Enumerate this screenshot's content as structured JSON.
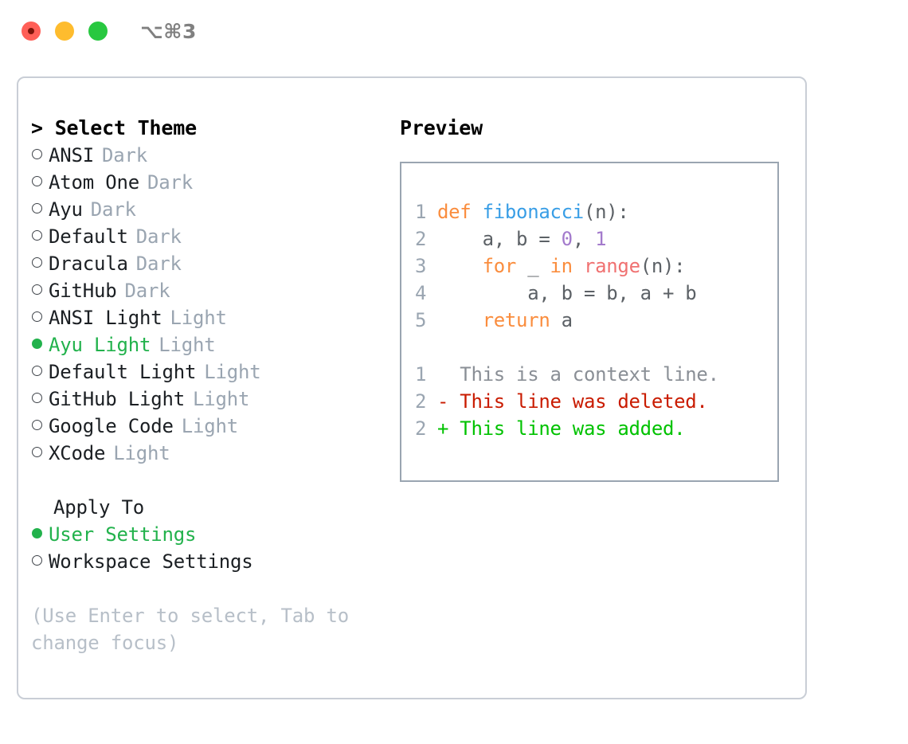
{
  "window": {
    "traffic_lights": [
      "close-red",
      "minimize-amber",
      "maximize-green"
    ],
    "shortcut_label": "⌥⌘3"
  },
  "theme_picker": {
    "title": "> Select Theme",
    "items": [
      {
        "name": "ANSI",
        "variant": "Dark",
        "selected": false
      },
      {
        "name": "Atom One",
        "variant": "Dark",
        "selected": false
      },
      {
        "name": "Ayu",
        "variant": "Dark",
        "selected": false
      },
      {
        "name": "Default",
        "variant": "Dark",
        "selected": false
      },
      {
        "name": "Dracula",
        "variant": "Dark",
        "selected": false
      },
      {
        "name": "GitHub",
        "variant": "Dark",
        "selected": false
      },
      {
        "name": "ANSI Light",
        "variant": "Light",
        "selected": false
      },
      {
        "name": "Ayu Light",
        "variant": "Light",
        "selected": true
      },
      {
        "name": "Default Light",
        "variant": "Light",
        "selected": false
      },
      {
        "name": "GitHub Light",
        "variant": "Light",
        "selected": false
      },
      {
        "name": "Google Code",
        "variant": "Light",
        "selected": false
      },
      {
        "name": "XCode",
        "variant": "Light",
        "selected": false
      }
    ]
  },
  "apply_to": {
    "title": "Apply To",
    "options": [
      {
        "label": "User Settings",
        "selected": true
      },
      {
        "label": "Workspace Settings",
        "selected": false
      }
    ]
  },
  "hint": "(Use Enter to select, Tab to change focus)",
  "preview": {
    "title": "Preview",
    "code_lines": [
      {
        "number": "1",
        "tokens": [
          {
            "text": "def ",
            "type": "keyword"
          },
          {
            "text": "fibonacci",
            "type": "function"
          },
          {
            "text": "(n):",
            "type": "punctuation"
          }
        ]
      },
      {
        "number": "2",
        "tokens": [
          {
            "text": "    a, b = ",
            "type": "plain"
          },
          {
            "text": "0",
            "type": "number"
          },
          {
            "text": ", ",
            "type": "plain"
          },
          {
            "text": "1",
            "type": "number"
          }
        ]
      },
      {
        "number": "3",
        "tokens": [
          {
            "text": "    ",
            "type": "plain"
          },
          {
            "text": "for",
            "type": "keyword"
          },
          {
            "text": " _ ",
            "type": "plain"
          },
          {
            "text": "in",
            "type": "keyword"
          },
          {
            "text": " ",
            "type": "plain"
          },
          {
            "text": "range",
            "type": "builtin"
          },
          {
            "text": "(n):",
            "type": "punctuation"
          }
        ]
      },
      {
        "number": "4",
        "tokens": [
          {
            "text": "        a, b = b, a + b",
            "type": "plain"
          }
        ]
      },
      {
        "number": "5",
        "tokens": [
          {
            "text": "    ",
            "type": "plain"
          },
          {
            "text": "return",
            "type": "keyword"
          },
          {
            "text": " a",
            "type": "plain"
          }
        ]
      }
    ],
    "diff_lines": [
      {
        "number": "1",
        "marker": " ",
        "text": "  This is a context line.",
        "type": "context"
      },
      {
        "number": "2",
        "marker": "-",
        "text": "- This line was deleted.",
        "type": "deleted"
      },
      {
        "number": "2",
        "marker": "+",
        "text": "+ This line was added.",
        "type": "added"
      }
    ]
  },
  "colors": {
    "keyword": "#fa8d3e",
    "function": "#399ee6",
    "number": "#a37acc",
    "builtin": "#f07171",
    "plain": "#5c6166",
    "gutter": "#9aa5b1",
    "diff_context": "#8a8f96",
    "diff_deleted": "#c91b00",
    "diff_added": "#00c200",
    "selected": "#22b24c",
    "muted": "#9aa5b1"
  }
}
